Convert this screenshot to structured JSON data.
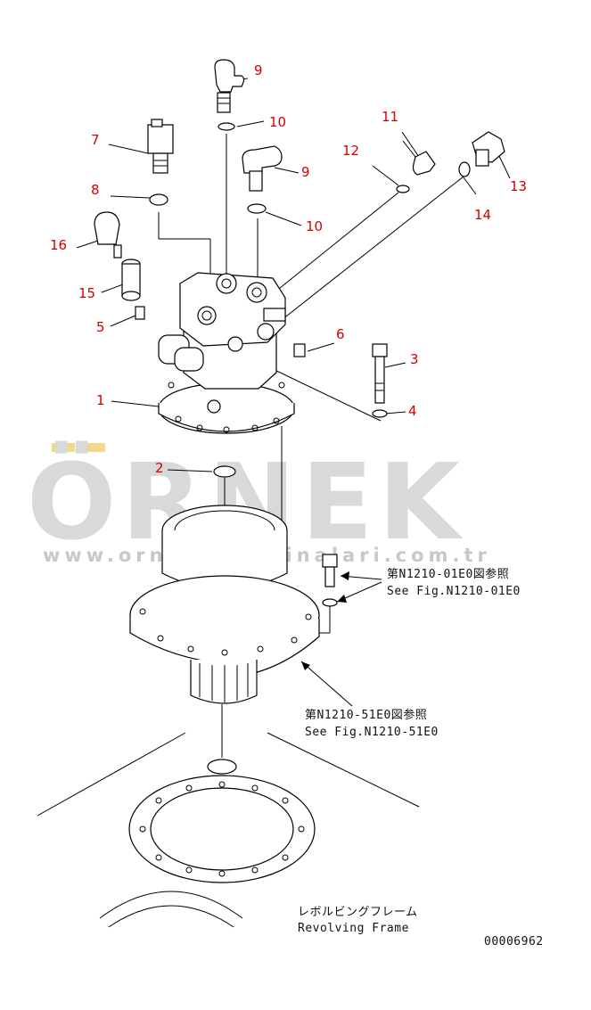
{
  "watermark": {
    "brand": "ÖRNEK",
    "url": "www.ornekismakinalari.com.tr"
  },
  "callouts": [
    "1",
    "2",
    "3",
    "4",
    "5",
    "6",
    "7",
    "8",
    "9",
    "9",
    "10",
    "10",
    "11",
    "12",
    "13",
    "14",
    "15",
    "16"
  ],
  "notes": {
    "fig_ref_1_jp": "第N1210-01E0図参照",
    "fig_ref_1_en": "See Fig.N1210-01E0",
    "fig_ref_2_jp": "第N1210-51E0図参照",
    "fig_ref_2_en": "See Fig.N1210-51E0",
    "frame_jp": "レボルビングフレーム",
    "frame_en": "Revolving Frame"
  },
  "drawing_number": "00006962",
  "colors": {
    "callout": "#d40000",
    "watermark": "#d9d9d9",
    "watermark_accent": "#f2d98a"
  }
}
